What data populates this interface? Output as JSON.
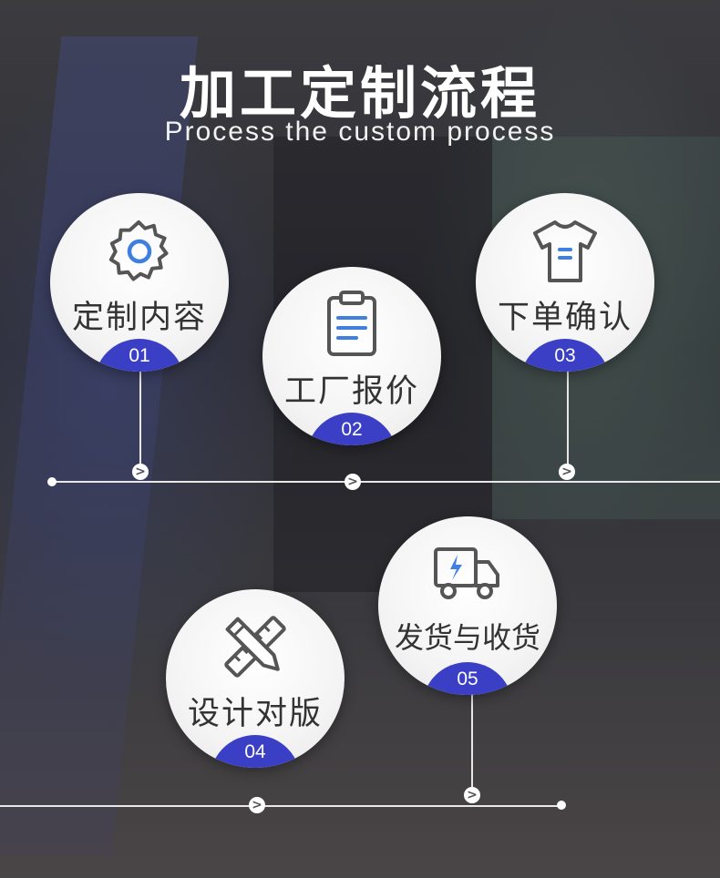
{
  "header": {
    "title": "加工定制流程",
    "subtitle": "Process the custom process"
  },
  "steps": [
    {
      "label": "定制内容",
      "number": "01",
      "icon": "gear-icon"
    },
    {
      "label": "工厂报价",
      "number": "02",
      "icon": "clipboard-icon"
    },
    {
      "label": "下单确认",
      "number": "03",
      "icon": "tshirt-icon"
    },
    {
      "label": "设计对版",
      "number": "04",
      "icon": "ruler-pencil-icon"
    },
    {
      "label": "发货与收货",
      "number": "05",
      "icon": "truck-icon"
    }
  ],
  "arrow_glyph": ">",
  "colors": {
    "accent": "#3a3fc6",
    "icon_stroke": "#555555",
    "icon_blue": "#3f7fe0"
  }
}
